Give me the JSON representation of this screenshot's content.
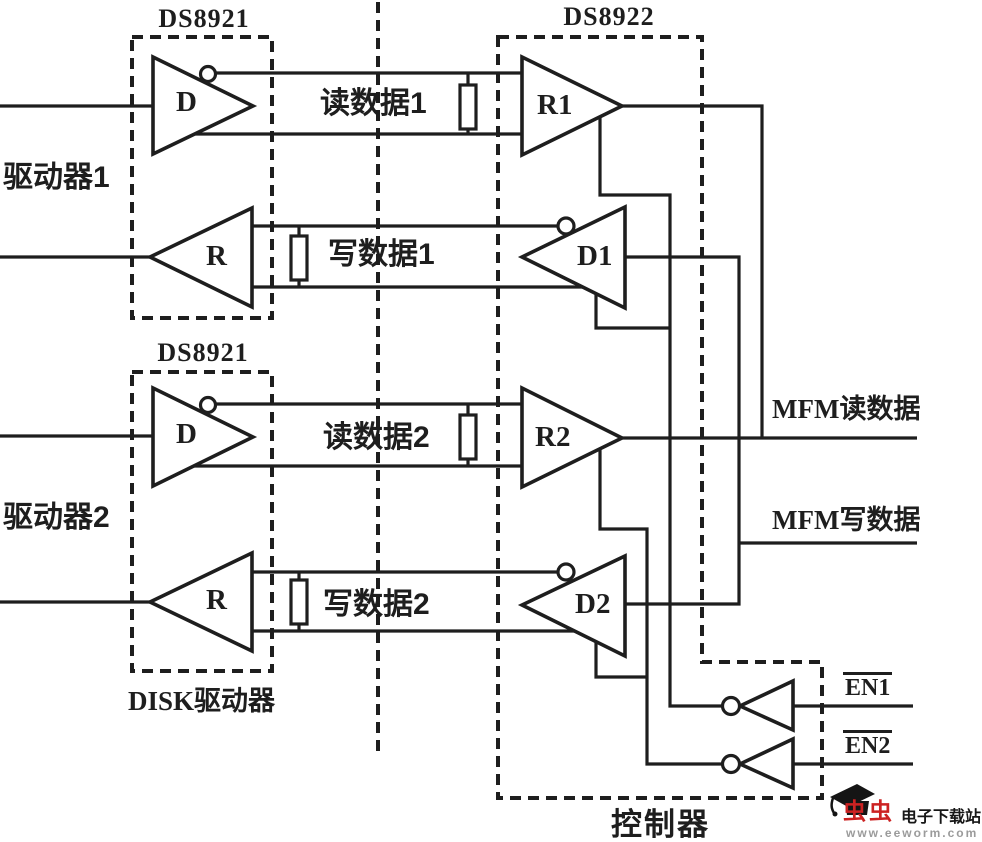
{
  "colors": {
    "ink": "#1e1e1e",
    "background": "#ffffff",
    "logo_red": "#cc2222",
    "watermark_gray": "#9b9b9b"
  },
  "labels": {
    "chip1_top": "DS8921",
    "chip2": "DS8922",
    "chip1_bottom": "DS8921",
    "drive1": "驱动器1",
    "drive2": "驱动器2",
    "disk_drive": "DISK驱动器",
    "controller": "控制器",
    "read1": "读数据1",
    "write1": "写数据1",
    "read2": "读数据2",
    "write2": "写数据2",
    "mfm_read": "MFM读数据",
    "mfm_write": "MFM写数据",
    "en1": "EN1",
    "en2": "EN2"
  },
  "buffers": {
    "driver1_d": "D",
    "receiver1_r": "R",
    "r1": "R1",
    "d1": "D1",
    "driver2_d": "D",
    "receiver2_r": "R",
    "r2": "R2",
    "d2": "D2"
  },
  "watermark": {
    "brand": "虫虫",
    "site": "电子下载站",
    "url": "www.eeworm.com"
  }
}
